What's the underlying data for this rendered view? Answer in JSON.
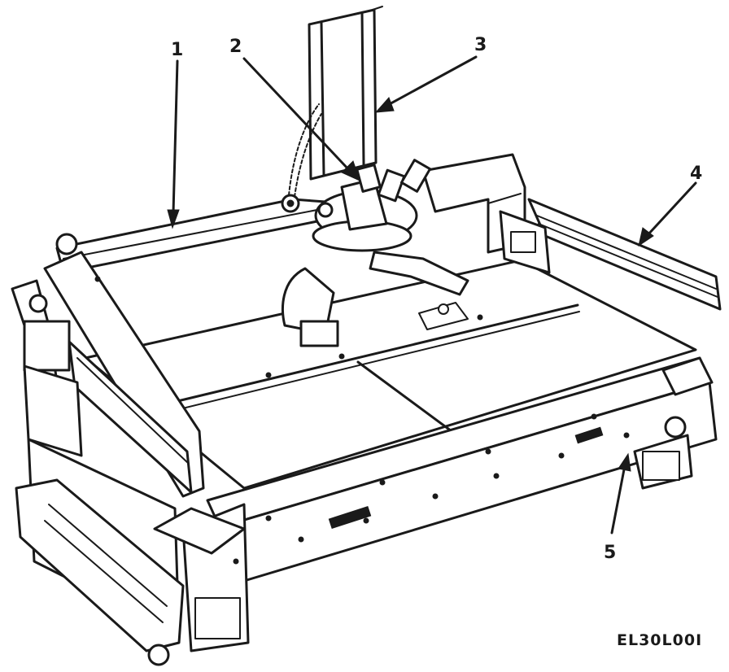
{
  "figure": {
    "callouts": [
      {
        "id": "1",
        "label": "1"
      },
      {
        "id": "2",
        "label": "2"
      },
      {
        "id": "3",
        "label": "3"
      },
      {
        "id": "4",
        "label": "4"
      },
      {
        "id": "5",
        "label": "5"
      }
    ],
    "code": "EL30L00I"
  }
}
